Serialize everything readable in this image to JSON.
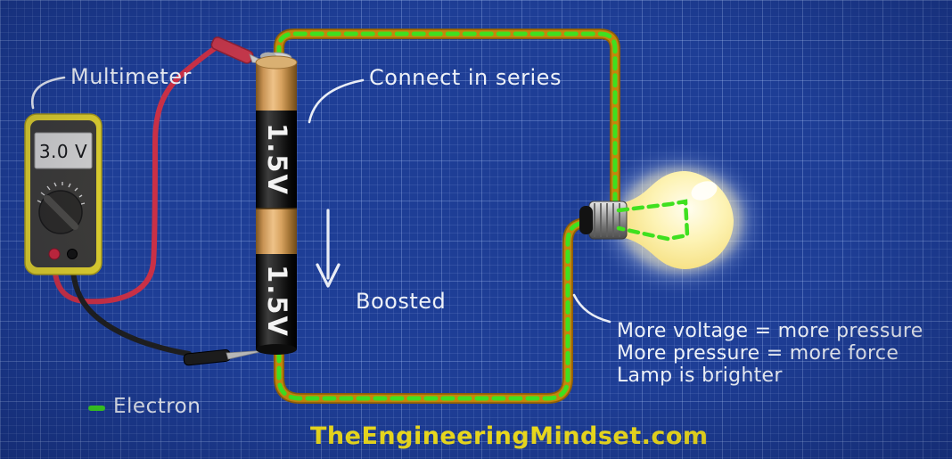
{
  "watermark": "TheEngineeringMindset.com",
  "multimeter": {
    "name_label": "Multimeter",
    "reading": "3.0 V"
  },
  "batteries": [
    {
      "label": "1.5V"
    },
    {
      "label": "1.5V"
    }
  ],
  "annotations": {
    "connect_in_series": "Connect in series",
    "boosted": "Boosted",
    "notes": [
      "More voltage = more pressure",
      "More pressure = more force",
      "Lamp is brighter"
    ]
  },
  "legend": {
    "electron": "Electron"
  },
  "colors": {
    "background_blue": "#1e3e96",
    "wire_orange": "#c5860c",
    "electron_green": "#3fe01f",
    "battery_copper": "#d8a35f",
    "battery_black": "#161616",
    "multimeter_yellow": "#d9cb2f",
    "probe_red": "#c93046",
    "probe_black": "#1c1c1c",
    "bulb_glow_yellow": "#fdf0ae",
    "watermark_yellow": "#f6e41c",
    "label_white": "#edf1f7"
  }
}
